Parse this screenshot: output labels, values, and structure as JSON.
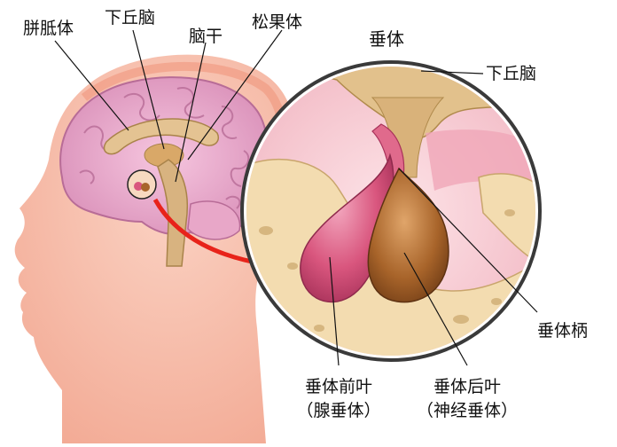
{
  "diagram": {
    "labels": {
      "corpus_callosum": "胼胝体",
      "hypothalamus_left": "下丘脑",
      "brainstem": "脑干",
      "pineal": "松果体",
      "pituitary_title": "垂体",
      "hypothalamus_right": "下丘脑",
      "infundibulum": "垂体柄",
      "anterior_lobe": "垂体前叶",
      "anterior_lobe_sub": "（腺垂体）",
      "posterior_lobe": "垂体后叶",
      "posterior_lobe_sub": "（神经垂体）"
    },
    "colors": {
      "skin": "#f4b3a0",
      "brain": "#e6a6c8",
      "bone": "#f3dcb0",
      "anterior": "#d9567e",
      "posterior": "#a8642a",
      "arrow": "#e8231a",
      "leader": "#111111"
    }
  }
}
